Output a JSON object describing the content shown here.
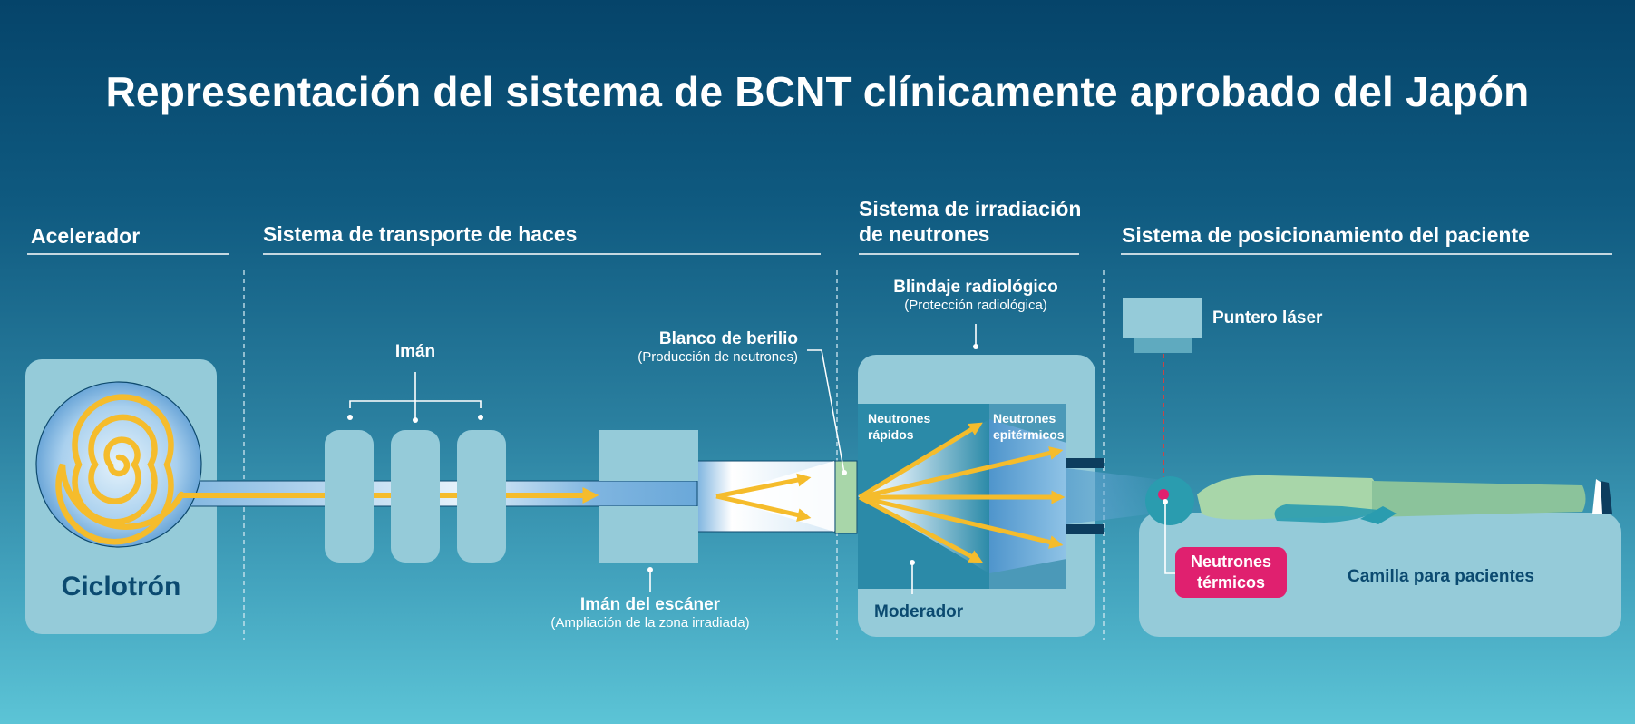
{
  "title": "Representación del sistema de BCNT clínicamente aprobado del Japón",
  "sections": {
    "accelerator": "Acelerador",
    "transport": "Sistema de transporte de haces",
    "irradiation": "Sistema de irradiación\nde neutrones",
    "positioning": "Sistema de posicionamiento del paciente"
  },
  "labels": {
    "cyclotron": "Ciclotrón",
    "magnet": "Imán",
    "beryllium_target": "Blanco de berilio",
    "beryllium_target_sub": "(Producción de neutrones)",
    "scanner_magnet": "Imán del escáner",
    "scanner_magnet_sub": "(Ampliación de la zona irradiada)",
    "shielding": "Blindaje radiológico",
    "shielding_sub": "(Protección radiológica)",
    "fast_neutrons": "Neutrones\nrápidos",
    "epithermal_neutrons": "Neutrones\nepitérmicos",
    "moderator": "Moderador",
    "laser_pointer": "Puntero láser",
    "thermal_neutrons": "Neutrones\ntérmicos",
    "patient_couch": "Camilla para pacientes"
  },
  "colors": {
    "panel": "#95cbd9",
    "beam": "#f5bc2c",
    "accent": "#e0206f",
    "dark_text": "#0b4a70"
  }
}
